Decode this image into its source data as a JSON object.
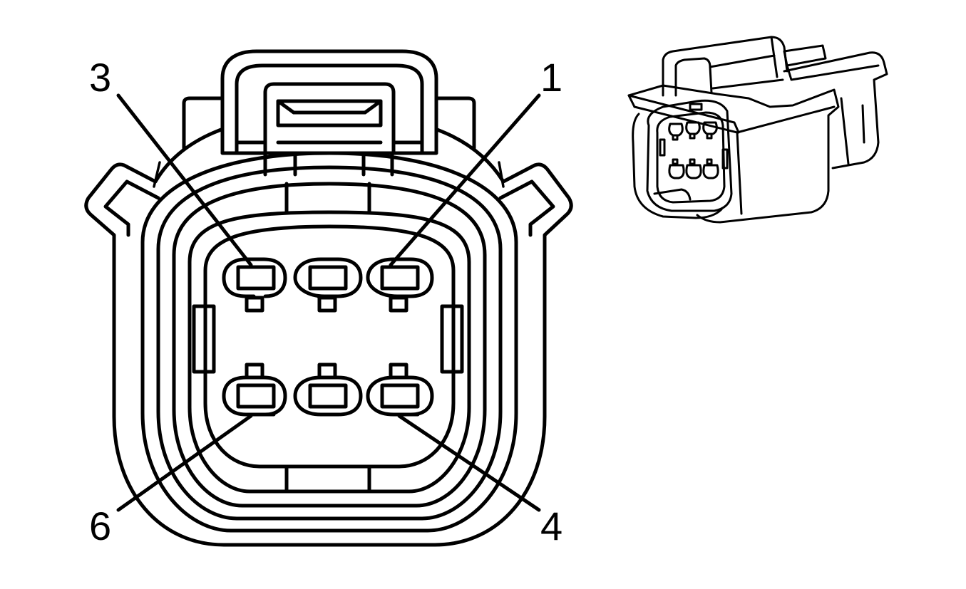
{
  "diagram": {
    "colors": {
      "line": "#000000",
      "background": "#ffffff"
    },
    "pin_labels": [
      {
        "id": "pin-3",
        "text": "3"
      },
      {
        "id": "pin-1",
        "text": "1"
      },
      {
        "id": "pin-6",
        "text": "6"
      },
      {
        "id": "pin-4",
        "text": "4"
      }
    ]
  }
}
